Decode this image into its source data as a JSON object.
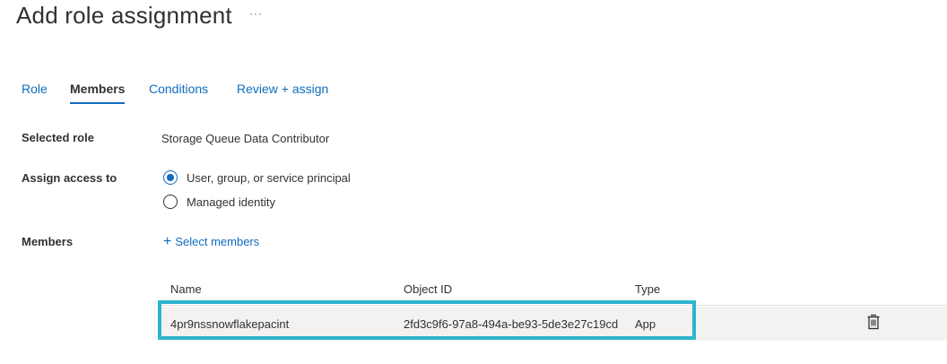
{
  "page": {
    "title": "Add role assignment",
    "more_label": "···"
  },
  "tabs": [
    {
      "label": "Role",
      "active": false
    },
    {
      "label": "Members",
      "active": true
    },
    {
      "label": "Conditions",
      "active": false
    },
    {
      "label": "Review + assign",
      "active": false
    }
  ],
  "form": {
    "selected_role_label": "Selected role",
    "selected_role_value": "Storage Queue Data Contributor",
    "assign_access_label": "Assign access to",
    "options": [
      {
        "label": "User, group, or service principal",
        "checked": true
      },
      {
        "label": "Managed identity",
        "checked": false
      }
    ],
    "members_label": "Members",
    "select_members_label": "Select members"
  },
  "table": {
    "columns": [
      "Name",
      "Object ID",
      "Type"
    ],
    "rows": [
      {
        "name": "4pr9nssnowflakepacint",
        "object_id": "2fd3c9f6-97a8-494a-be93-5de3e27c19cd",
        "type": "App"
      }
    ]
  },
  "colors": {
    "accent": "#0f6cbd",
    "highlight": "#2eb3cd"
  },
  "icons": {
    "more": "more-icon",
    "plus": "plus-icon",
    "delete": "trash-icon"
  }
}
